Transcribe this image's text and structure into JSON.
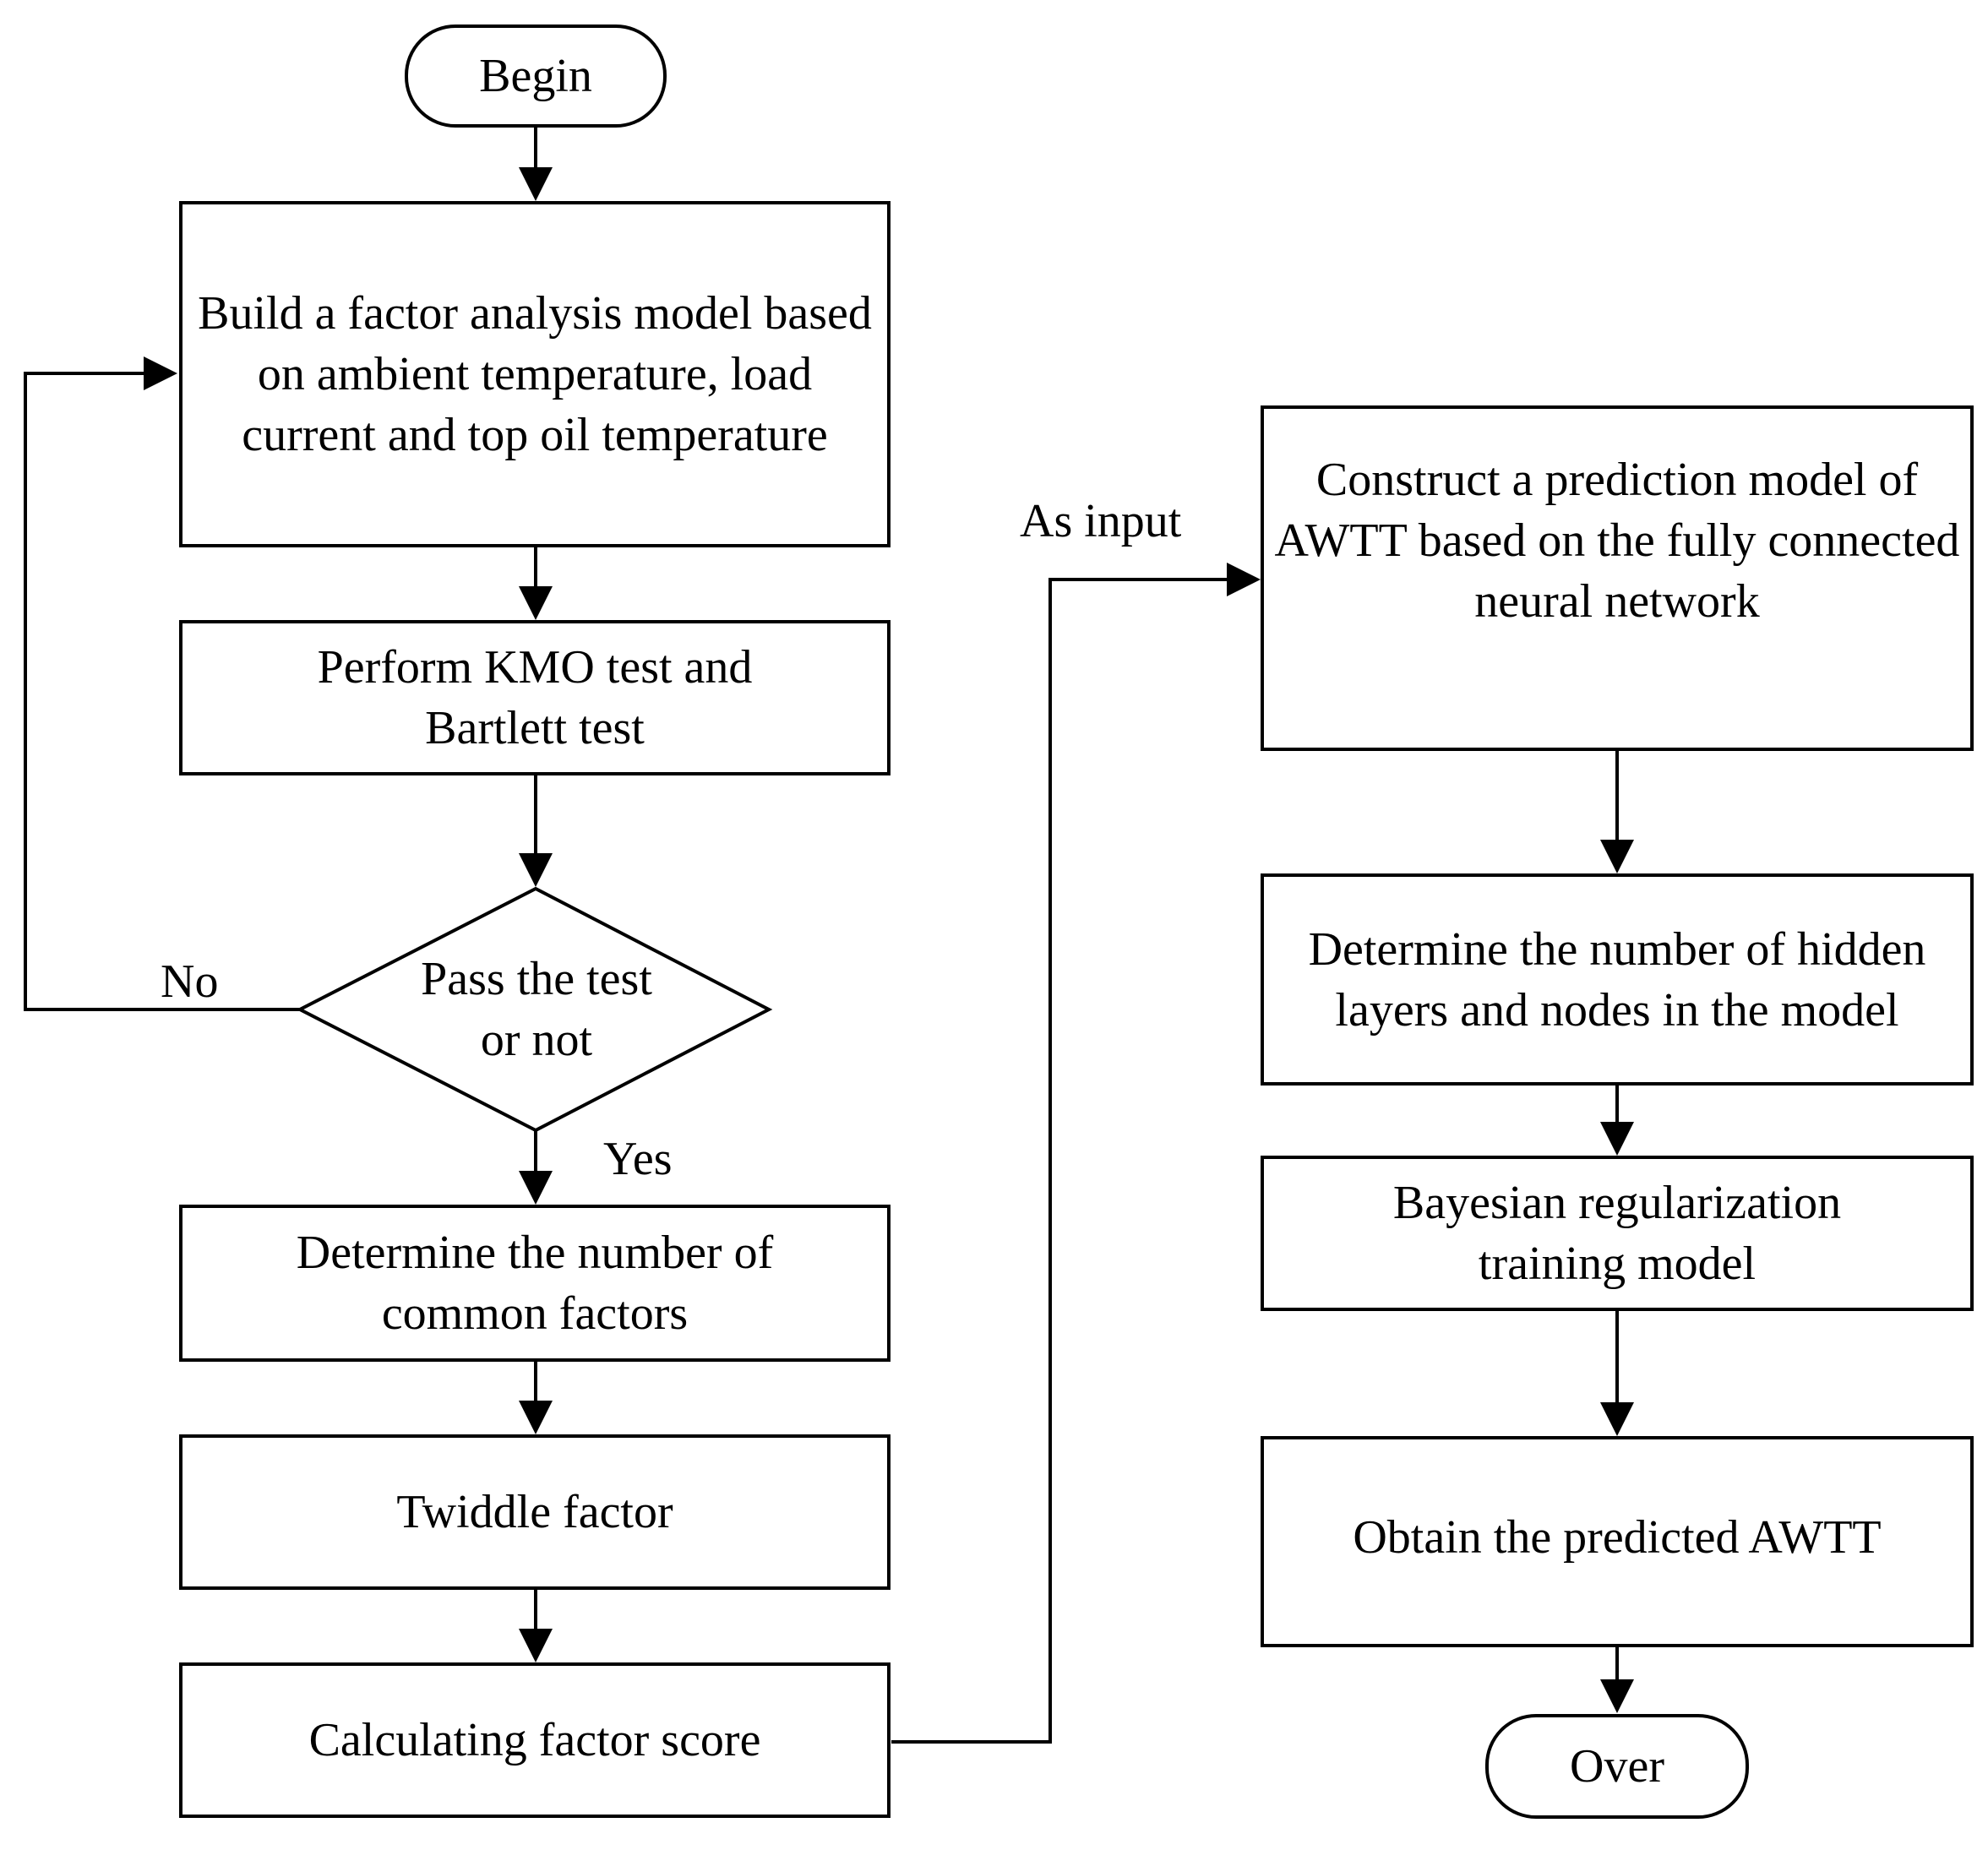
{
  "nodes": {
    "begin": "Begin",
    "build_model": "Build a factor analysis model based on ambient temperature, load current and top oil temperature",
    "kmo_test": "Perform KMO test and Bartlett test",
    "decision": "Pass the test or not",
    "common_factors": "Determine the number of common factors",
    "twiddle": "Twiddle factor",
    "factor_score": "Calculating factor score",
    "construct_model": "Construct a prediction model of AWTT based on the fully connected neural network",
    "hidden_layers": "Determine the number of hidden layers and nodes in the model",
    "bayesian": "Bayesian regularization training model",
    "obtain": "Obtain the predicted AWTT",
    "over": "Over"
  },
  "edge_labels": {
    "no": "No",
    "yes": "Yes",
    "as_input": "As input"
  },
  "colors": {
    "stroke": "#000000",
    "background": "#ffffff"
  }
}
